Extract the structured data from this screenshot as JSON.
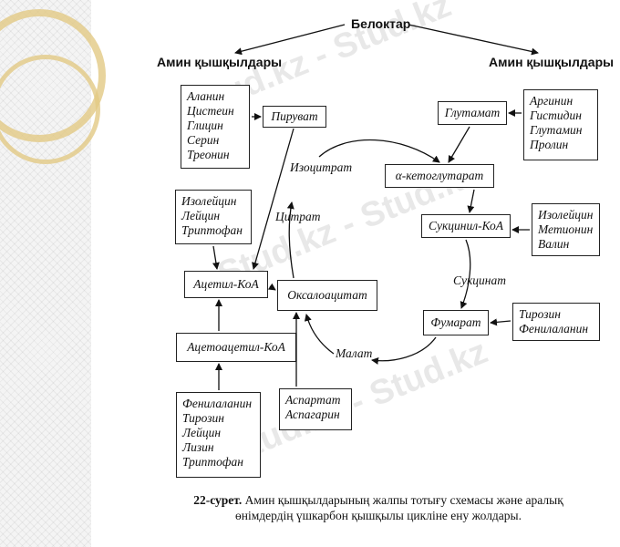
{
  "title": "Белоктар",
  "left_heading": "Амин қышқылдары",
  "right_heading": "Амин қышқылдары",
  "groups": {
    "left_top": [
      "Аланин",
      "Цистеин",
      "Глицин",
      "Серин",
      "Треонин"
    ],
    "left_middle": [
      "Изолейцин",
      "Лейцин",
      "Триптофан"
    ],
    "left_bottom": [
      "Фенилаланин",
      "Тирозин",
      "Лейцин",
      "Лизин",
      "Триптофан"
    ],
    "right_top": [
      "Аргинин",
      "Гистидин",
      "Глутамин",
      "Пролин"
    ],
    "right_middle": [
      "Изолейцин",
      "Метионин",
      "Валин"
    ],
    "right_lower": [
      "Тирозин",
      "Фенилаланин"
    ],
    "bottom_center": [
      "Аспартат",
      "Аспагарин"
    ]
  },
  "nodes": {
    "pyruvate": "Пируват",
    "acetyl_coa": "Ацетил-КоА",
    "acetoacetyl_coa": "Ацетоацетил-КоА",
    "oxaloacetate": "Оксалоацитат",
    "glutamate": "Глутамат",
    "alpha_ketoglutarate": "α-кетоглутарат",
    "succinyl_coa": "Сукцинил-КоА",
    "fumarate": "Фумарат"
  },
  "cycle_labels": {
    "isocitrate": "Изоцитрат",
    "citrate": "Цитрат",
    "succinate": "Сукцинат",
    "malate": "Малат"
  },
  "caption": {
    "number": "22-сурет.",
    "line1": "Амин қышқылдарының жалпы тотығу схемасы және аралық",
    "line2": "өнімдердің үшкарбон қышқылы цикліне ену жолдары."
  },
  "watermark": "Stud.kz - Stud.kz"
}
